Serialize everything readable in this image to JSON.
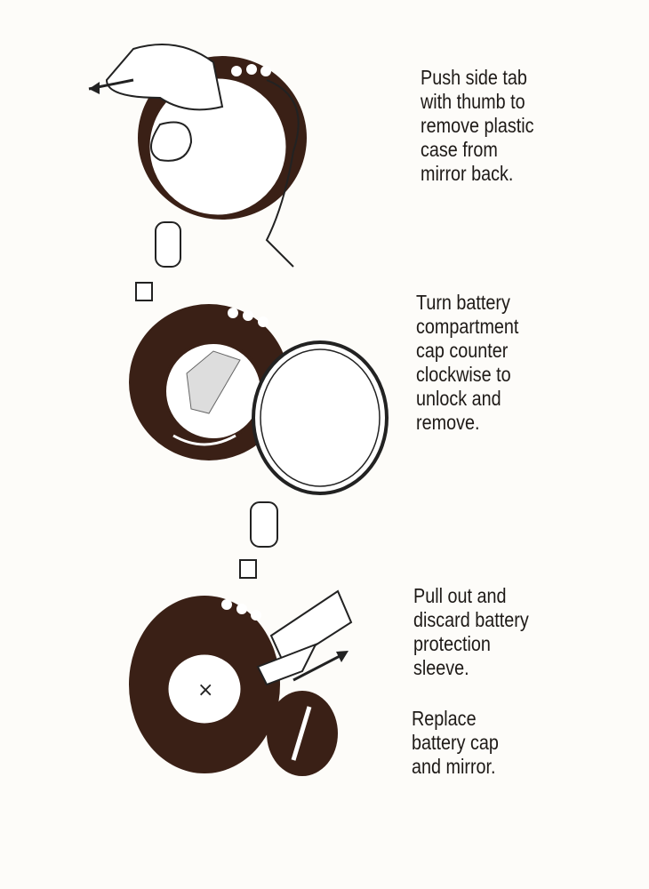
{
  "steps": [
    {
      "lines": [
        "Push side tab",
        "with thumb to",
        "remove plastic",
        "case from",
        "mirror back."
      ]
    },
    {
      "lines": [
        "Turn battery",
        "compartment",
        "cap counter",
        "clockwise to",
        "unlock and",
        "remove."
      ]
    },
    {
      "lines": [
        "Pull out and",
        "discard battery",
        "protection",
        "sleeve."
      ]
    },
    {
      "lines": [
        "Replace",
        "battery cap",
        "and mirror."
      ]
    }
  ],
  "colors": {
    "ink": "#3a2016",
    "paper": "#fdfcf9"
  }
}
